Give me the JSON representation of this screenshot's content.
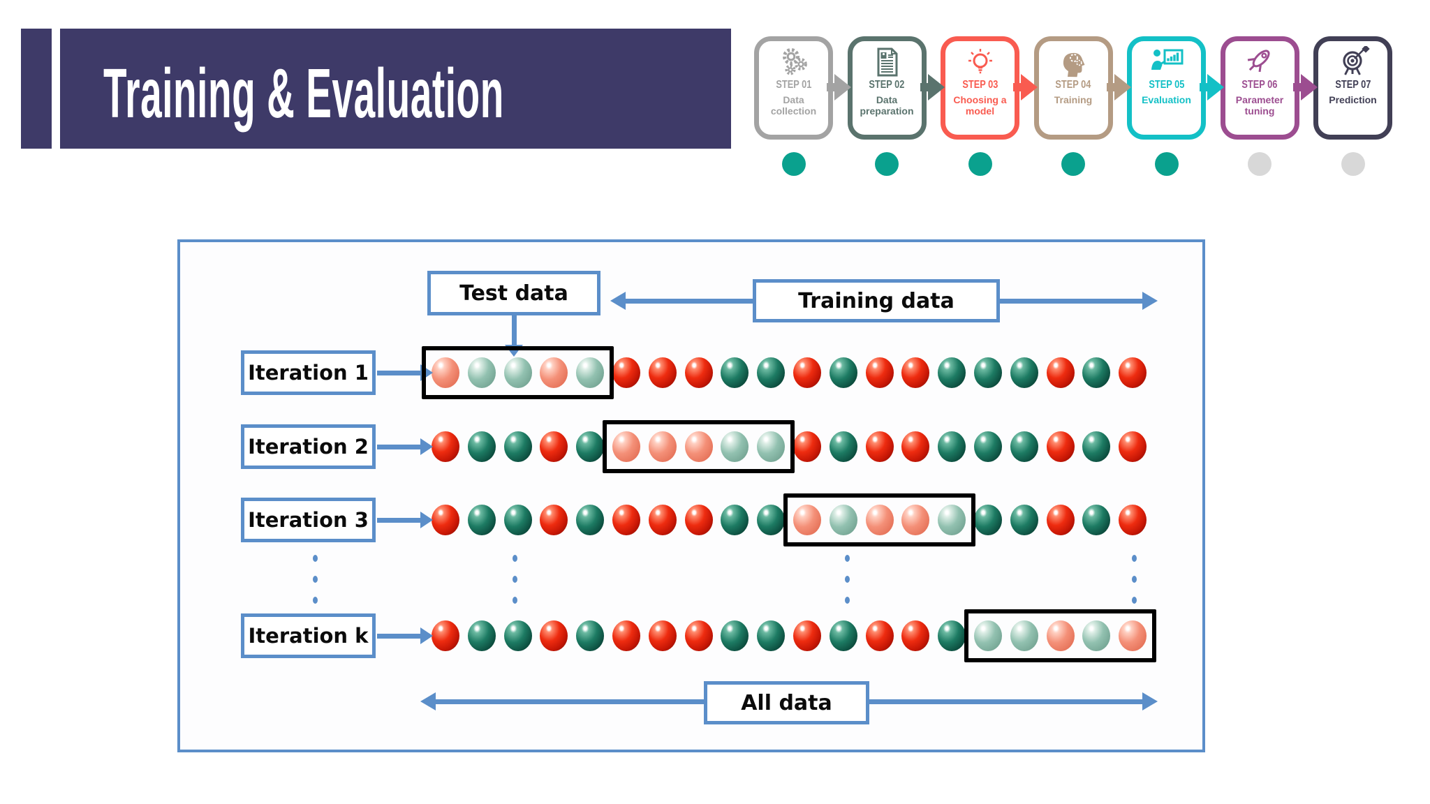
{
  "header": {
    "title": "Training & Evaluation",
    "bg_color": "#3e3a68"
  },
  "process_steps": {
    "items": [
      {
        "step_label": "STEP 01",
        "name": "Data collection",
        "color": "#a3a3a3",
        "icon": "gears-icon",
        "completed": true
      },
      {
        "step_label": "STEP 02",
        "name": "Data preparation",
        "color": "#5a736d",
        "icon": "document-icon",
        "completed": true
      },
      {
        "step_label": "STEP 03",
        "name": "Choosing a model",
        "color": "#f95b50",
        "icon": "lightbulb-icon",
        "completed": true
      },
      {
        "step_label": "STEP 04",
        "name": "Training",
        "color": "#b49b83",
        "icon": "head-gears-icon",
        "completed": true
      },
      {
        "step_label": "STEP 05",
        "name": "Evaluation",
        "color": "#13c0c6",
        "icon": "presenter-chart-icon",
        "completed": true
      },
      {
        "step_label": "STEP 06",
        "name": "Parameter tuning",
        "color": "#9c4d90",
        "icon": "rocket-icon",
        "completed": false
      },
      {
        "step_label": "STEP 07",
        "name": "Prediction",
        "color": "#413f55",
        "icon": "target-dart-icon",
        "completed": false
      }
    ],
    "progress": {
      "completed_color": "#0aa18e",
      "pending_color": "#d8d8d8"
    }
  },
  "diagram": {
    "border_color": "#5b8ec9",
    "highlight_border_color": "#000000",
    "labels": {
      "test_data": "Test data",
      "training_data": "Training data",
      "all_data": "All data"
    },
    "iterations": [
      {
        "label": "Iteration 1",
        "test_fold_start": 1
      },
      {
        "label": "Iteration 2",
        "test_fold_start": 6
      },
      {
        "label": "Iteration 3",
        "test_fold_start": 11
      },
      {
        "label": "Iteration k",
        "test_fold_start": 16
      }
    ],
    "fold_size": 5,
    "samples_per_row": 20,
    "sample_sequence": [
      "red",
      "green",
      "green",
      "red",
      "green",
      "red",
      "red",
      "red",
      "green",
      "green",
      "red",
      "green",
      "red",
      "red",
      "green",
      "green",
      "green",
      "red",
      "green",
      "red"
    ],
    "sample_colors": {
      "red": "#e8230f",
      "green": "#147259",
      "test_red": "#f49078",
      "test_green": "#92c1b0"
    },
    "ellipsis_color": "#5b8ec9"
  }
}
